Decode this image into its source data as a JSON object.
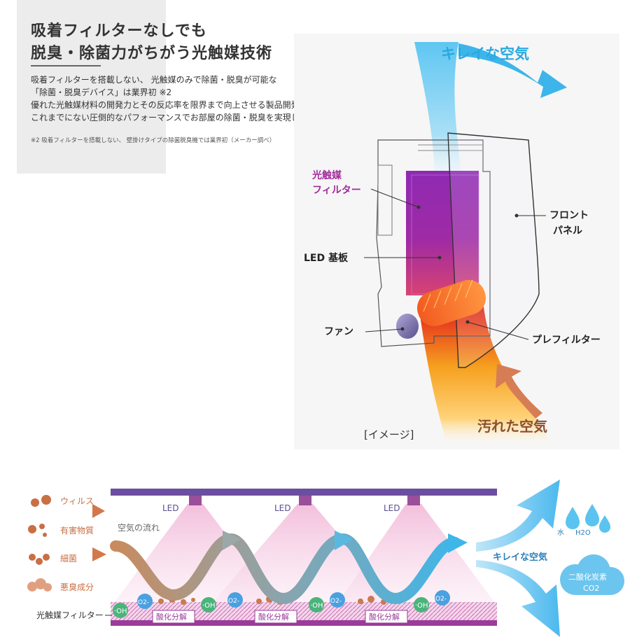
{
  "heading": {
    "line1": "吸着フィルターなしでも",
    "line2": "脱臭・除菌力がちがう光触媒技術"
  },
  "body_lines": [
    "吸着フィルターを搭載しない、 光触媒のみで除菌・脱臭が可能な",
    "「除菌・脱臭デバイス」は業界初 ※2",
    "優れた光触媒材料の開発力とその反応率を限界まで向上させる製品開発力により、",
    "これまでにない圧倒的なパフォーマンスでお部屋の除菌・脱臭を実現します。"
  ],
  "footnote": "※2 吸着フィルターを搭載しない、 壁掛けタイプの除菌脱臭機では業界初（メーカー調べ）",
  "device_diagram": {
    "clean_air": "キレイな空気",
    "dirty_air": "汚れた空気",
    "photocatalyst_filter": [
      "光触媒",
      "フィルター"
    ],
    "front_panel": [
      "フロント",
      "パネル"
    ],
    "led_board": "LED 基板",
    "fan": "ファン",
    "pre_filter": "プレフィルター",
    "image_note": "[イメージ]"
  },
  "mechanism_diagram": {
    "pollutants": [
      "ウィルス",
      "有害物質",
      "細菌",
      "悪臭成分"
    ],
    "led_label": "LED",
    "airflow_label": "空気の流れ",
    "filter_label": "光触媒フィルター",
    "radical_oh": "·OH",
    "radical_o2": "O2-",
    "decomposition": "酸化分解",
    "clean_air": "キレイな空気",
    "water": "水",
    "water_formula": "H2O",
    "co2_name": "二酸化炭素",
    "co2_formula": "CO2"
  },
  "colors": {
    "clean_air_text": "#29a9e0",
    "clean_arrow": "#5bc3ef",
    "dirty_arrow": "#f0a030",
    "filter_purple": "#8a1fa8",
    "label_purple": "#a22c9a",
    "led_bar": "#6b4ea0",
    "pollutant": "#d3784a"
  }
}
